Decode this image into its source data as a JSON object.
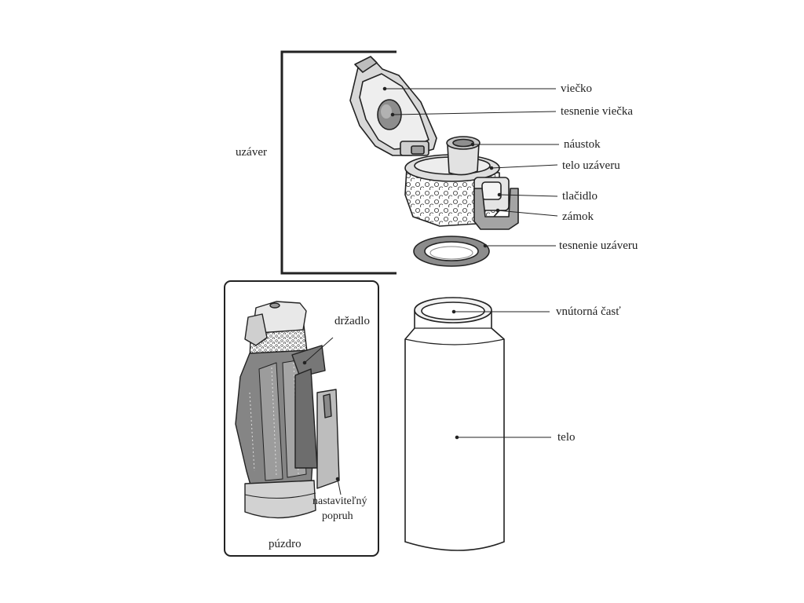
{
  "colors": {
    "line": "#222222",
    "gray_dark": "#5f5f5f",
    "gray_mid": "#9a9a9a",
    "gray_light": "#cfcfcf",
    "gray_pale": "#e6e6e6",
    "background": "#ffffff"
  },
  "labels": {
    "cap_group": "uzáver",
    "lid": "viečko",
    "lid_seal": "tesnenie viečka",
    "spout": "náustok",
    "cap_body": "telo uzáveru",
    "button": "tlačidlo",
    "lock": "zámok",
    "cap_seal": "tesnenie uzáveru",
    "inner_part": "vnútorná časť",
    "body": "telo",
    "handle": "držadlo",
    "strap_line1": "nastaviteľný",
    "strap_line2": "popruh",
    "case": "púzdro"
  }
}
